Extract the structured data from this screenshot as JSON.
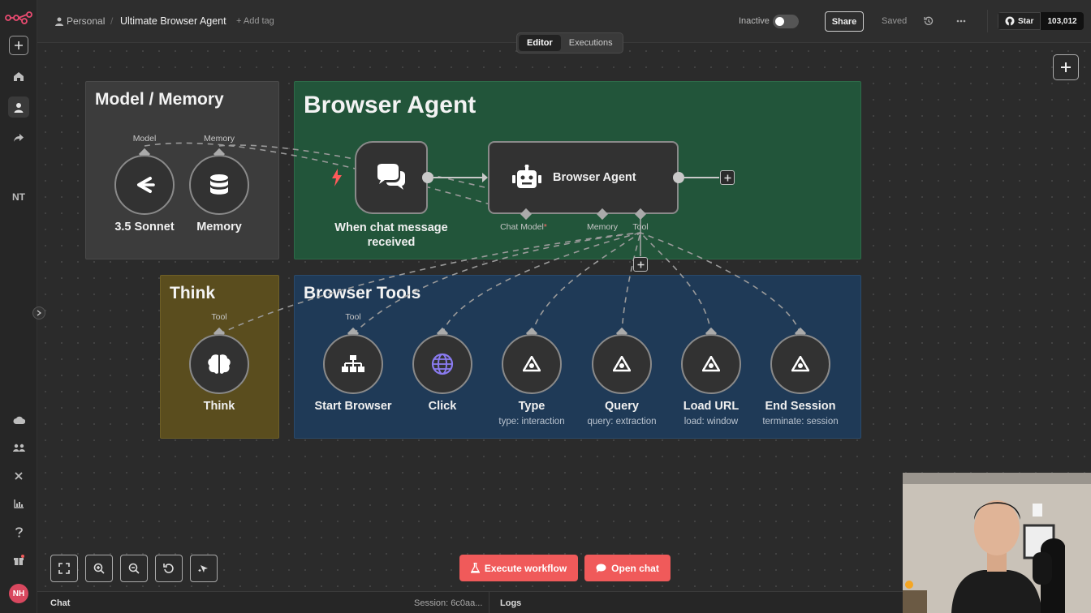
{
  "topbar": {
    "workspace": "Personal",
    "workflow_title": "Ultimate Browser Agent",
    "add_tag": "+ Add tag",
    "status": "Inactive",
    "share": "Share",
    "saved": "Saved",
    "github_star": "Star",
    "github_count": "103,012"
  },
  "tabs": {
    "editor": "Editor",
    "executions": "Executions"
  },
  "sidebar": {
    "project_initials": "NT",
    "avatar_initials": "NH"
  },
  "groups": {
    "model_memory": "Model / Memory",
    "browser_agent": "Browser Agent",
    "think": "Think",
    "browser_tools": "Browser Tools"
  },
  "nodes": {
    "sonnet": {
      "label": "3.5 Sonnet",
      "port": "Model"
    },
    "memory": {
      "label": "Memory",
      "port": "Memory"
    },
    "trigger": {
      "label_line1": "When chat message",
      "label_line2": "received"
    },
    "agent": {
      "label": "Browser Agent",
      "port_model": "Chat Model",
      "port_required": "*",
      "port_memory": "Memory",
      "port_tool": "Tool"
    },
    "think": {
      "label": "Think",
      "port": "Tool"
    },
    "start_browser": {
      "label": "Start Browser",
      "port": "Tool"
    },
    "click": {
      "label": "Click"
    },
    "type": {
      "label": "Type",
      "sub": "type: interaction"
    },
    "query": {
      "label": "Query",
      "sub": "query: extraction"
    },
    "load_url": {
      "label": "Load URL",
      "sub": "load: window"
    },
    "end_session": {
      "label": "End Session",
      "sub": "terminate: session"
    }
  },
  "actions": {
    "execute": "Execute workflow",
    "open_chat": "Open chat"
  },
  "bottombar": {
    "chat": "Chat",
    "session": "Session: 6c0aa...",
    "logs": "Logs"
  },
  "colors": {
    "accent": "#f05a5a",
    "agent_group": "#22553a",
    "tools_group": "#1f3a57",
    "think_group": "#5a4d1e",
    "model_group": "#3c3c3c"
  }
}
